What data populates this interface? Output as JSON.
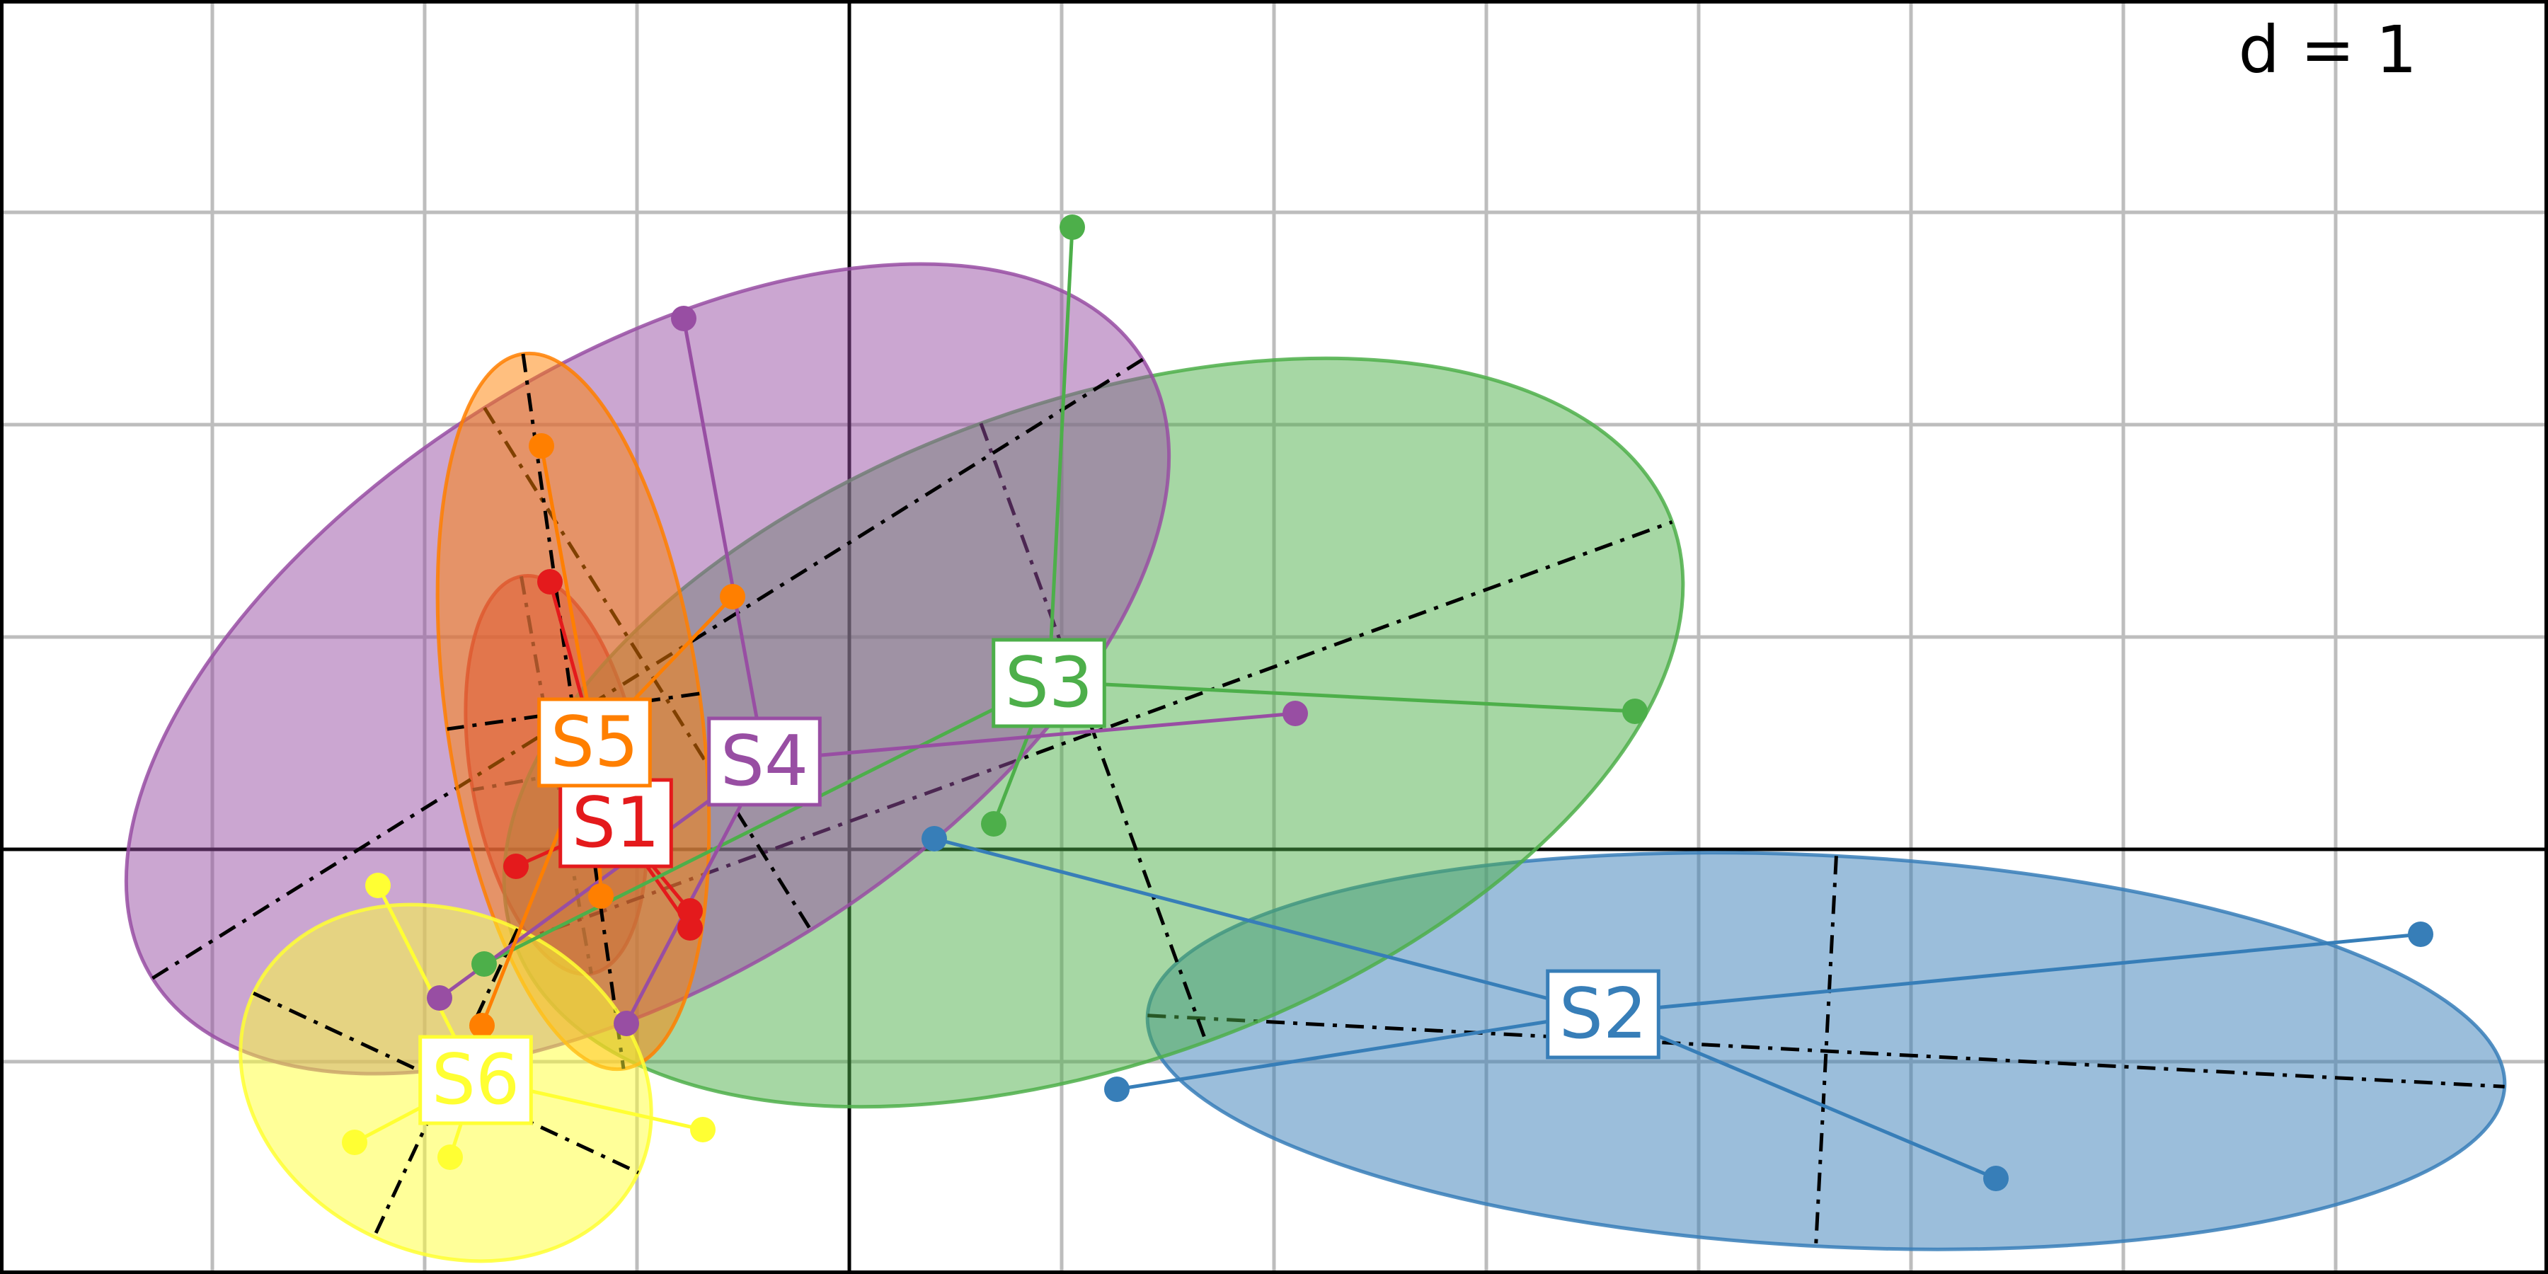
{
  "chart_data": {
    "type": "scatter",
    "title": "",
    "xlabel": "",
    "ylabel": "",
    "xlim": [
      -4,
      8
    ],
    "ylim": [
      -2,
      4
    ],
    "grid": true,
    "grid_spacing": 1,
    "scale_label": "d = 1",
    "series": [
      {
        "name": "S1",
        "color": "#e41a1c",
        "centroid": [
          -1.1,
          0.13
        ],
        "points": [
          [
            -1.41,
            1.26
          ],
          [
            -1.57,
            -0.08
          ],
          [
            -0.75,
            -0.29
          ],
          [
            -0.75,
            -0.37
          ]
        ],
        "ellipse": {
          "center": [
            -1.38,
            0.35
          ],
          "rx": 0.95,
          "ry": 0.4,
          "angle": -80,
          "axes_visible": true
        }
      },
      {
        "name": "S2",
        "color": "#377eb8",
        "centroid": [
          3.55,
          -0.77
        ],
        "points": [
          [
            0.4,
            0.05
          ],
          [
            7.4,
            -0.4
          ],
          [
            5.4,
            -1.55
          ],
          [
            1.26,
            -1.13
          ]
        ],
        "ellipse": {
          "center": [
            4.6,
            -0.95
          ],
          "rx": 3.2,
          "ry": 0.92,
          "angle": -3,
          "axes_visible": true
        }
      },
      {
        "name": "S3",
        "color": "#4daf4a",
        "centroid": [
          0.94,
          0.79
        ],
        "points": [
          [
            1.05,
            2.93
          ],
          [
            3.7,
            0.65
          ],
          [
            0.68,
            0.12
          ],
          [
            -1.72,
            -0.54
          ]
        ],
        "ellipse": {
          "center": [
            1.15,
            0.55
          ],
          "rx": 2.9,
          "ry": 1.55,
          "angle": 20,
          "axes_visible": true
        }
      },
      {
        "name": "S4",
        "color": "#984ea3",
        "centroid": [
          -0.4,
          0.42
        ],
        "points": [
          [
            -0.78,
            2.5
          ],
          [
            2.1,
            0.64
          ],
          [
            -1.93,
            -0.7
          ],
          [
            -1.05,
            -0.82
          ]
        ],
        "ellipse": {
          "center": [
            -0.95,
            0.85
          ],
          "rx": 2.75,
          "ry": 1.45,
          "angle": 32,
          "axes_visible": true
        }
      },
      {
        "name": "S5",
        "color": "#ff7f00",
        "centroid": [
          -1.2,
          0.51
        ],
        "points": [
          [
            -1.45,
            1.9
          ],
          [
            -0.55,
            1.19
          ],
          [
            -1.17,
            -0.22
          ],
          [
            -1.73,
            -0.83
          ]
        ],
        "ellipse": {
          "center": [
            -1.3,
            0.65
          ],
          "rx": 1.7,
          "ry": 0.6,
          "angle": -82,
          "axes_visible": true
        }
      },
      {
        "name": "S6",
        "color": "#ffff33",
        "centroid": [
          -1.76,
          -1.08
        ],
        "points": [
          [
            -2.22,
            -0.17
          ],
          [
            -0.69,
            -1.32
          ],
          [
            -2.33,
            -1.38
          ],
          [
            -1.88,
            -1.45
          ]
        ],
        "ellipse": {
          "center": [
            -1.9,
            -1.1
          ],
          "rx": 1.0,
          "ry": 0.8,
          "angle": -25,
          "axes_visible": true
        }
      }
    ]
  }
}
